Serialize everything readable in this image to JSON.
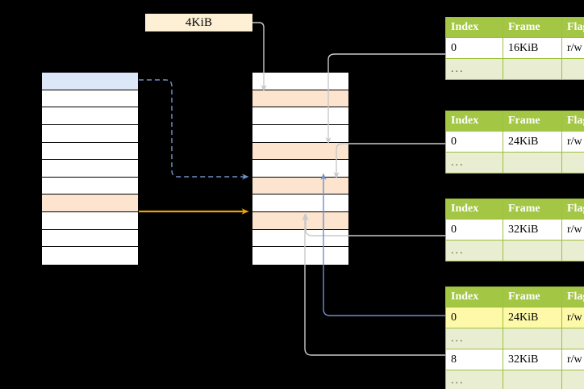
{
  "diagram": {
    "title_label": "4KiB",
    "page_size_box": {
      "text": "4KiB"
    },
    "colors": {
      "header_green": "#a3c644",
      "dots_row": "#e9eed2",
      "highlight_yellow": "#fdf9a8",
      "peach_row": "#fce4cf",
      "blue_row": "#dce8f8",
      "orange_arrow": "#e8a200",
      "blue_arrow": "#6f90c7",
      "gray_arrow": "#cccccc",
      "background": "#000000"
    },
    "left_column": {
      "name": "virtual-address-space",
      "rows": [
        {
          "label": "",
          "fill": "blue"
        },
        {
          "label": "",
          "fill": "white"
        },
        {
          "label": "",
          "fill": "white"
        },
        {
          "label": "",
          "fill": "white"
        },
        {
          "label": "",
          "fill": "white"
        },
        {
          "label": "",
          "fill": "white"
        },
        {
          "label": "",
          "fill": "white"
        },
        {
          "label": "",
          "fill": "peach"
        },
        {
          "label": "",
          "fill": "white"
        },
        {
          "label": "",
          "fill": "white"
        },
        {
          "label": "",
          "fill": "white"
        }
      ]
    },
    "middle_column": {
      "name": "physical-memory",
      "rows": [
        {
          "label": "",
          "fill": "white"
        },
        {
          "label": "",
          "fill": "peach"
        },
        {
          "label": "",
          "fill": "white"
        },
        {
          "label": "",
          "fill": "white"
        },
        {
          "label": "",
          "fill": "peach"
        },
        {
          "label": "",
          "fill": "white"
        },
        {
          "label": "",
          "fill": "peach"
        },
        {
          "label": "",
          "fill": "white"
        },
        {
          "label": "",
          "fill": "peach"
        },
        {
          "label": "",
          "fill": "white"
        },
        {
          "label": "",
          "fill": "white"
        }
      ]
    },
    "page_tables": [
      {
        "name": "page-table-level-0",
        "headers": [
          "Index",
          "Frame",
          "Flags"
        ],
        "rows": [
          {
            "cells": [
              "0",
              "16KiB",
              "r/w"
            ],
            "style": "normal"
          },
          {
            "cells": [
              "...",
              "",
              ""
            ],
            "style": "dots"
          }
        ]
      },
      {
        "name": "page-table-level-1",
        "headers": [
          "Index",
          "Frame",
          "Flags"
        ],
        "rows": [
          {
            "cells": [
              "0",
              "24KiB",
              "r/w"
            ],
            "style": "normal"
          },
          {
            "cells": [
              "...",
              "",
              ""
            ],
            "style": "dots"
          }
        ]
      },
      {
        "name": "page-table-level-2",
        "headers": [
          "Index",
          "Frame",
          "Flags"
        ],
        "rows": [
          {
            "cells": [
              "0",
              "32KiB",
              "r/w"
            ],
            "style": "normal"
          },
          {
            "cells": [
              "...",
              "",
              ""
            ],
            "style": "dots"
          }
        ]
      },
      {
        "name": "page-table-level-3",
        "headers": [
          "Index",
          "Frame",
          "Flags"
        ],
        "rows": [
          {
            "cells": [
              "0",
              "24KiB",
              "r/w"
            ],
            "style": "highlight"
          },
          {
            "cells": [
              "...",
              "",
              ""
            ],
            "style": "dots"
          },
          {
            "cells": [
              "8",
              "32KiB",
              "r/w"
            ],
            "style": "normal"
          },
          {
            "cells": [
              "...",
              "",
              ""
            ],
            "style": "dots"
          }
        ]
      }
    ]
  }
}
